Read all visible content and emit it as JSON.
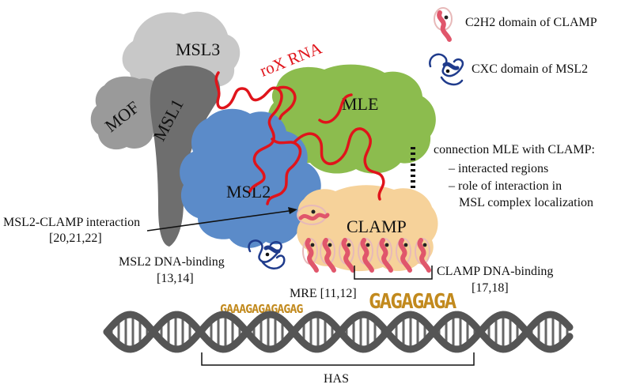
{
  "legend": {
    "c2h2": "C2H2 domain of CLAMP",
    "cxc": "CXC domain of MSL2"
  },
  "proteins": {
    "msl3": "MSL3",
    "mof": "MOF",
    "msl1": "MSL1",
    "msl2": "MSL2",
    "mle": "MLE",
    "clamp": "CLAMP"
  },
  "rna_label": "roX RNA",
  "notes": {
    "heading": "connection MLE with CLAMP:",
    "item1": "– interacted regions",
    "item2": "– role of interaction in",
    "item3": "MSL complex localization"
  },
  "annotations": {
    "msl2_clamp_line1": "MSL2-CLAMP interaction",
    "msl2_clamp_line2": "[20,21,22]",
    "msl2_dna_line1": "MSL2 DNA-binding",
    "msl2_dna_line2": "[13,14]",
    "mre_label": "MRE [11,12]",
    "clamp_dna_line1": "CLAMP DNA-binding",
    "clamp_dna_line2": "[17,18]",
    "has_label": "HAS"
  },
  "motif": {
    "left": "GAAAGAGAGAGAG",
    "right": "GAGAGAGA"
  },
  "colors": {
    "msl3": "#c8c8c8",
    "mof": "#9a9a9a",
    "msl1": "#6e6e6e",
    "msl2": "#5b8bc9",
    "mle": "#8cbc4e",
    "clamp": "#f6d29a",
    "rna": "#e0141b",
    "cxc": "#1f3b8c",
    "c2h2": "#e0566b",
    "dna": "#555555"
  }
}
